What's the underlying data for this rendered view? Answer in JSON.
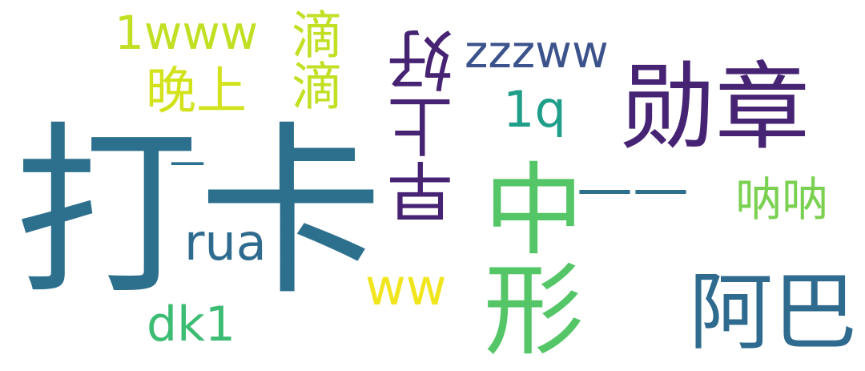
{
  "words": {
    "daka": "打卡",
    "xunzhang": "勋章",
    "abo": "阿巴",
    "zhongxing": "中形",
    "zaoshanghao": "早上好",
    "dash": "——",
    "www1": "1www",
    "wanshang": "晚上",
    "didi": "滴滴",
    "zzzww": "zzzww",
    "q1": "1q",
    "rua": "rua",
    "dk1": "dk1",
    "ww": "ww",
    "nana": "呐呐",
    "minus": "一"
  },
  "colors": {
    "teal_dark": "#2d708e",
    "purple": "#472374",
    "blue_teal": "#2e6b8e",
    "green": "#55c667",
    "lime": "#c2df23",
    "yellow_green": "#d2e21b",
    "indigo": "#3b528b",
    "teal": "#1f9e89",
    "yellow": "#f1e51d",
    "light_green": "#7ad151",
    "emerald": "#3dbc74"
  }
}
